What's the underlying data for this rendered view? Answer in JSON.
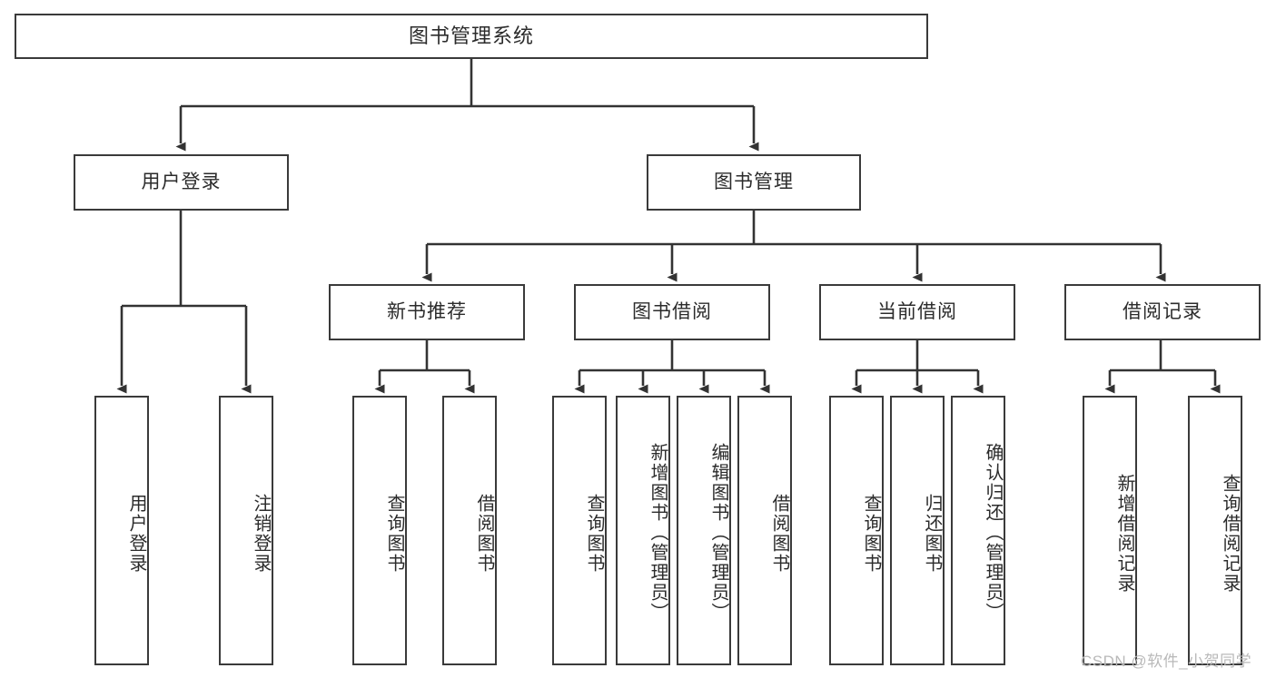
{
  "diagram": {
    "title": "图书管理系统",
    "type": "hierarchy-tree",
    "background_color": "#ffffff",
    "node_border_color": "#3a3a3a",
    "node_fill_color": "#ffffff",
    "text_color": "#2b2b2b",
    "edge_color": "#3a3a3a"
  },
  "nodes": {
    "root": {
      "label": "图书管理系统"
    },
    "level2": [
      {
        "id": "user-login",
        "label": "用户登录"
      },
      {
        "id": "book-manage",
        "label": "图书管理"
      }
    ],
    "level3": [
      {
        "id": "new-book-recommend",
        "label": "新书推荐"
      },
      {
        "id": "book-borrow",
        "label": "图书借阅"
      },
      {
        "id": "current-borrow",
        "label": "当前借阅"
      },
      {
        "id": "borrow-record",
        "label": "借阅记录"
      }
    ],
    "leaves": {
      "user-login": [
        {
          "id": "leaf-user-login",
          "label": "用户登录"
        },
        {
          "id": "leaf-logout",
          "label": "注销登录"
        }
      ],
      "new-book-recommend": [
        {
          "id": "leaf-query-book-1",
          "label": "查询图书"
        },
        {
          "id": "leaf-borrow-book-1",
          "label": "借阅图书"
        }
      ],
      "book-borrow": [
        {
          "id": "leaf-query-book-2",
          "label": "查询图书"
        },
        {
          "id": "leaf-add-book",
          "label": "新增图书（管理员）"
        },
        {
          "id": "leaf-edit-book",
          "label": "编辑图书（管理员）"
        },
        {
          "id": "leaf-borrow-book-2",
          "label": "借阅图书"
        }
      ],
      "current-borrow": [
        {
          "id": "leaf-query-book-3",
          "label": "查询图书"
        },
        {
          "id": "leaf-return-book",
          "label": "归还图书"
        },
        {
          "id": "leaf-confirm-return",
          "label": "确认归还（管理员）"
        }
      ],
      "borrow-record": [
        {
          "id": "leaf-add-record",
          "label": "新增借阅记录"
        },
        {
          "id": "leaf-query-record",
          "label": "查询借阅记录"
        }
      ]
    }
  },
  "watermark": {
    "text": "CSDN @软件_小贺同学",
    "color": "#b9b9b9"
  }
}
